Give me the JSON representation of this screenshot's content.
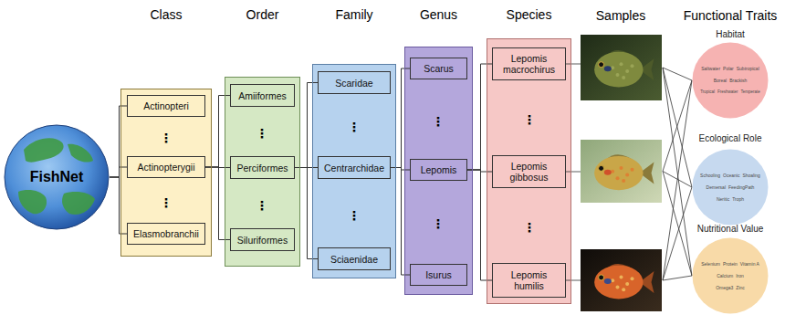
{
  "diagram": {
    "nodes": [
      {
        "text": [
          "FishNet"
        ]
      },
      {
        "text": [
          "Class"
        ]
      },
      {
        "text": [
          "Actinopteri"
        ],
        "in": 1
      },
      {
        "text": [
          "Actinopterygii"
        ],
        "in": 1
      },
      {
        "text": [
          "Elasmobranchii"
        ],
        "in": 1
      },
      {
        "text": [
          "Order"
        ]
      },
      {
        "text": [
          "Amiiformes"
        ],
        "in": 5
      },
      {
        "text": [
          "Perciformes"
        ],
        "in": 5
      },
      {
        "text": [
          "Siluriformes"
        ],
        "in": 5
      },
      {
        "text": [
          "Family"
        ]
      },
      {
        "text": [
          "Scaridae"
        ],
        "in": 9
      },
      {
        "text": [
          "Centrarchidae"
        ],
        "in": 9
      },
      {
        "text": [
          "Sciaenidae"
        ],
        "in": 9
      },
      {
        "text": [
          "Genus"
        ]
      },
      {
        "text": [
          "Scarus"
        ],
        "in": 13
      },
      {
        "text": [
          "Lepomis"
        ],
        "in": 13
      },
      {
        "text": [
          "Isurus"
        ],
        "in": 13
      },
      {
        "text": [
          "Species"
        ]
      },
      {
        "text": [
          "Lepomis macrochirus"
        ],
        "in": 17
      },
      {
        "text": [
          "Lepomis gibbosus"
        ],
        "in": 17
      },
      {
        "text": [
          "Lepomis humilis"
        ],
        "in": 17
      },
      {
        "text": [
          "Habitat",
          "Saltwater",
          "Polar",
          "Subtropical",
          "Boreal",
          "Brackish",
          "Tropical",
          "Freshwater",
          "Temperate"
        ]
      },
      {
        "text": [
          "Ecological Role",
          "Schooling",
          "Oceanic",
          "Shoaling",
          "Demersal",
          "FeedingPath",
          "Neritic",
          "Troph"
        ]
      },
      {
        "text": [
          "Nutritional Value",
          "Selenium",
          "Protein",
          "Vitamin A",
          "Calcium",
          "Iron",
          "Omega3",
          "Zinc"
        ]
      }
    ],
    "edges": [
      {
        "from": 0,
        "to": 2,
        "arrow": "none"
      },
      {
        "from": 0,
        "to": 3,
        "arrow": "none"
      },
      {
        "from": 0,
        "to": 4,
        "arrow": "none"
      },
      {
        "from": 3,
        "to": 6,
        "arrow": "none"
      },
      {
        "from": 3,
        "to": 7,
        "arrow": "none"
      },
      {
        "from": 3,
        "to": 8,
        "arrow": "none"
      },
      {
        "from": 7,
        "to": 10,
        "arrow": "none"
      },
      {
        "from": 7,
        "to": 11,
        "arrow": "none"
      },
      {
        "from": 7,
        "to": 12,
        "arrow": "none"
      },
      {
        "from": 11,
        "to": 14,
        "arrow": "none"
      },
      {
        "from": 11,
        "to": 15,
        "arrow": "none"
      },
      {
        "from": 11,
        "to": 16,
        "arrow": "none"
      },
      {
        "from": 15,
        "to": 18,
        "arrow": "none"
      },
      {
        "from": 15,
        "to": 19,
        "arrow": "none"
      },
      {
        "from": 15,
        "to": 20,
        "arrow": "none"
      }
    ],
    "labels": [
      "Samples",
      "Functional Traits",
      "⋮",
      "⋮",
      "⋮",
      "⋮",
      "⋮",
      "⋮",
      "⋮",
      "⋮",
      "⋮",
      "⋮"
    ]
  }
}
